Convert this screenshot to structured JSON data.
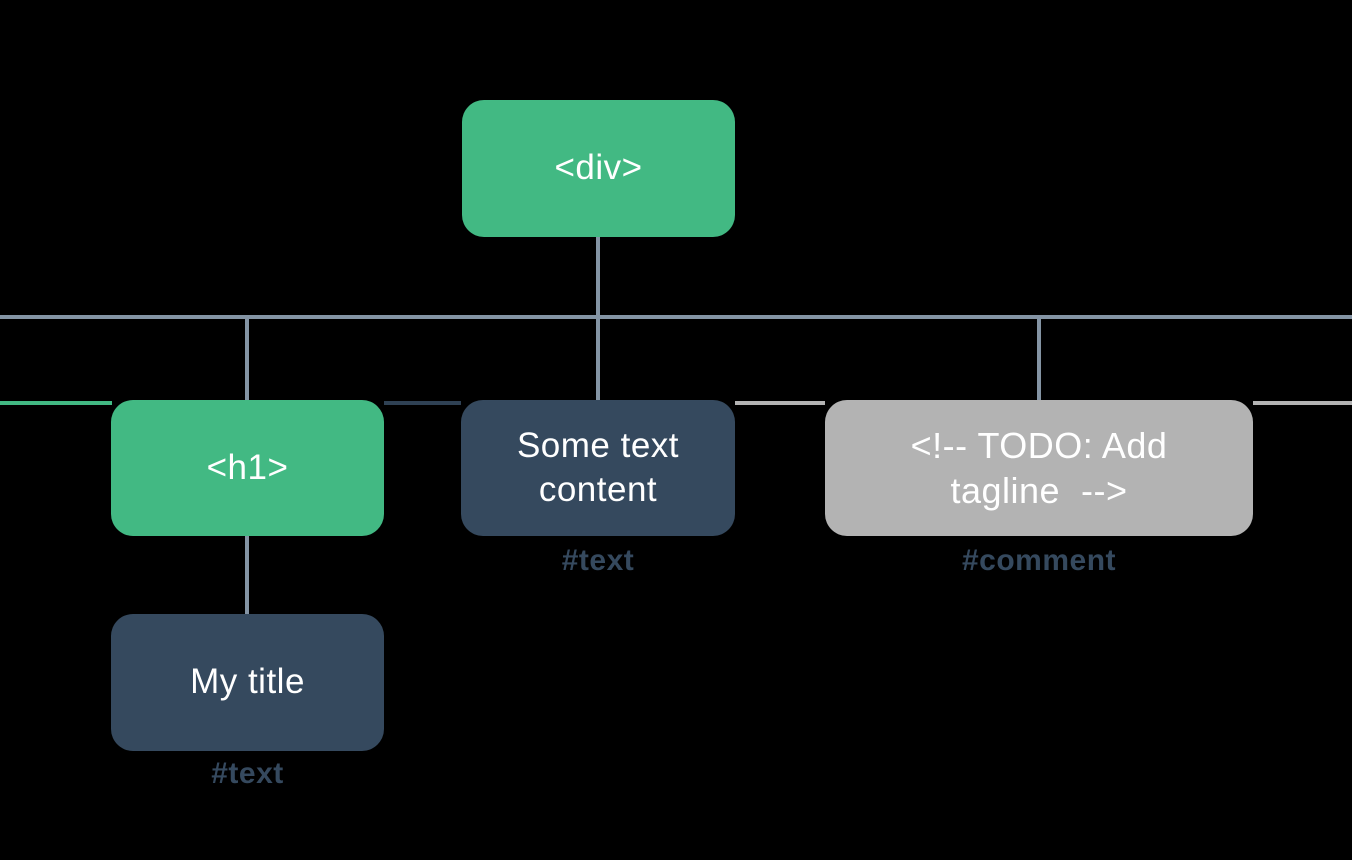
{
  "diagram": {
    "type": "dom-tree",
    "colors": {
      "background": "#000000",
      "node_green": "#42b983",
      "node_navy": "#35495e",
      "node_gray": "#b3b3b3",
      "connector": "#8494a4",
      "row_navy": "#2f4154",
      "label": "#35495e",
      "node_text": "#ffffff"
    },
    "nodes": {
      "root": {
        "label": "<div>"
      },
      "heading": {
        "label": "<h1>"
      },
      "text": {
        "label": "Some text content",
        "type": "#text"
      },
      "comment": {
        "label": "<!-- TODO: Add tagline  -->",
        "type": "#comment"
      },
      "title": {
        "label": "My title",
        "type": "#text"
      }
    }
  }
}
